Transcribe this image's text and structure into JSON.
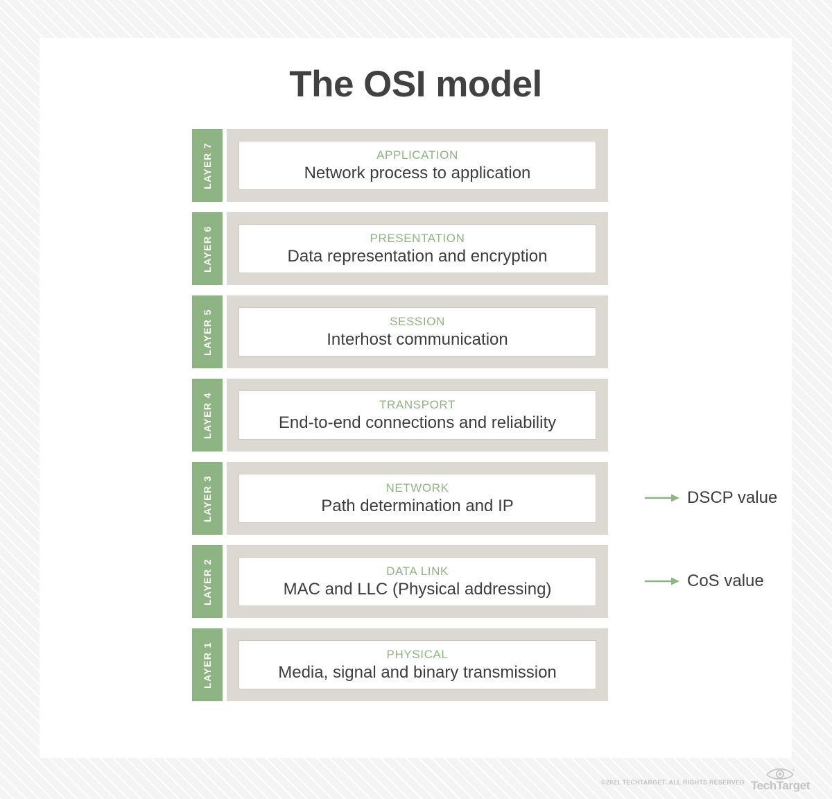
{
  "title": "The OSI model",
  "colors": {
    "accent_green": "#8FB483",
    "band_gray": "#DCD9D2",
    "text_dark": "#3D3D3D",
    "card_white": "#FFFFFF",
    "footer_gray": "#C4C4C4"
  },
  "layers": [
    {
      "tab": "LAYER 7",
      "name": "APPLICATION",
      "description": "Network process to application"
    },
    {
      "tab": "LAYER 6",
      "name": "PRESENTATION",
      "description": "Data representation and encryption"
    },
    {
      "tab": "LAYER 5",
      "name": "SESSION",
      "description": "Interhost communication"
    },
    {
      "tab": "LAYER 4",
      "name": "TRANSPORT",
      "description": "End-to-end connections and reliability"
    },
    {
      "tab": "LAYER 3",
      "name": "NETWORK",
      "description": "Path determination and IP"
    },
    {
      "tab": "LAYER 2",
      "name": "DATA LINK",
      "description": "MAC and LLC (Physical addressing)"
    },
    {
      "tab": "LAYER 1",
      "name": "PHYSICAL",
      "description": "Media, signal and binary transmission"
    }
  ],
  "annotations": [
    {
      "label": "DSCP value",
      "target_layer": "LAYER 3"
    },
    {
      "label": "CoS value",
      "target_layer": "LAYER 2"
    }
  ],
  "footer": {
    "copyright": "©2021 TECHTARGET. ALL RIGHTS RESERVED",
    "logo_word": "TechTarget"
  }
}
